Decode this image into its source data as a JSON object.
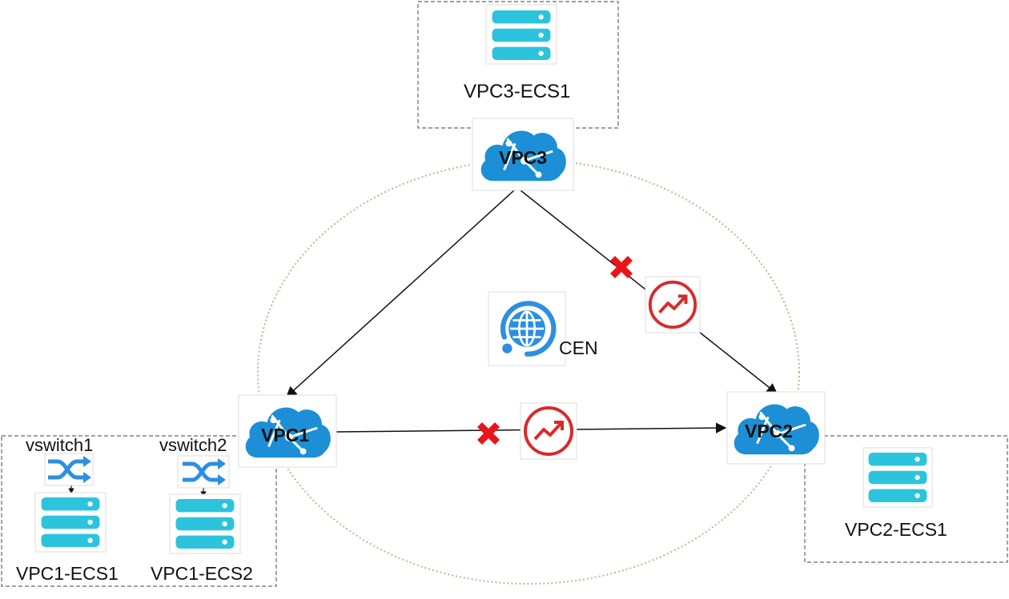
{
  "labels": {
    "vpc1": "VPC1",
    "vpc2": "VPC2",
    "vpc3": "VPC3",
    "cen": "CEN",
    "vpc1_ecs1": "VPC1-ECS1",
    "vpc1_ecs2": "VPC1-ECS2",
    "vpc2_ecs1": "VPC2-ECS1",
    "vpc3_ecs1": "VPC3-ECS1",
    "vswitch1": "vswitch1",
    "vswitch2": "vswitch2"
  },
  "colors": {
    "cloud": "#1c8fd6",
    "server": "#2cc4dc",
    "switch": "#2d8fe0",
    "route_icon": "#d92a2a",
    "blocked_cross": "#e8151b",
    "cen_ring": "#c9b28a",
    "globe": "#2d8fe0"
  },
  "icons": {
    "cloud": "vpc-cloud-icon",
    "server": "ecs-server-icon",
    "switch": "vswitch-icon",
    "route": "route-trend-icon",
    "blocked": "blocked-cross-icon",
    "cen": "cen-globe-icon"
  }
}
